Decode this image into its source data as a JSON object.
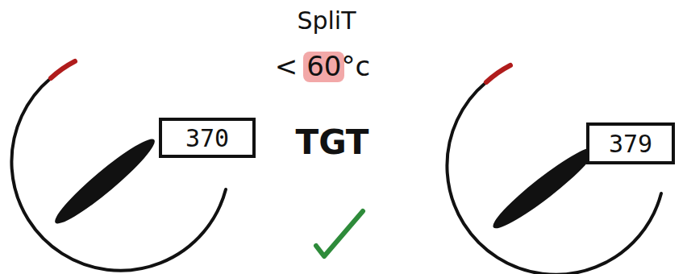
{
  "diagram": {
    "nodes": [
      {
        "text": [
          "370"
        ]
      },
      {
        "text": [
          "379"
        ]
      }
    ],
    "labels": [
      "SpliT",
      "< 60°c",
      "TGT"
    ]
  }
}
